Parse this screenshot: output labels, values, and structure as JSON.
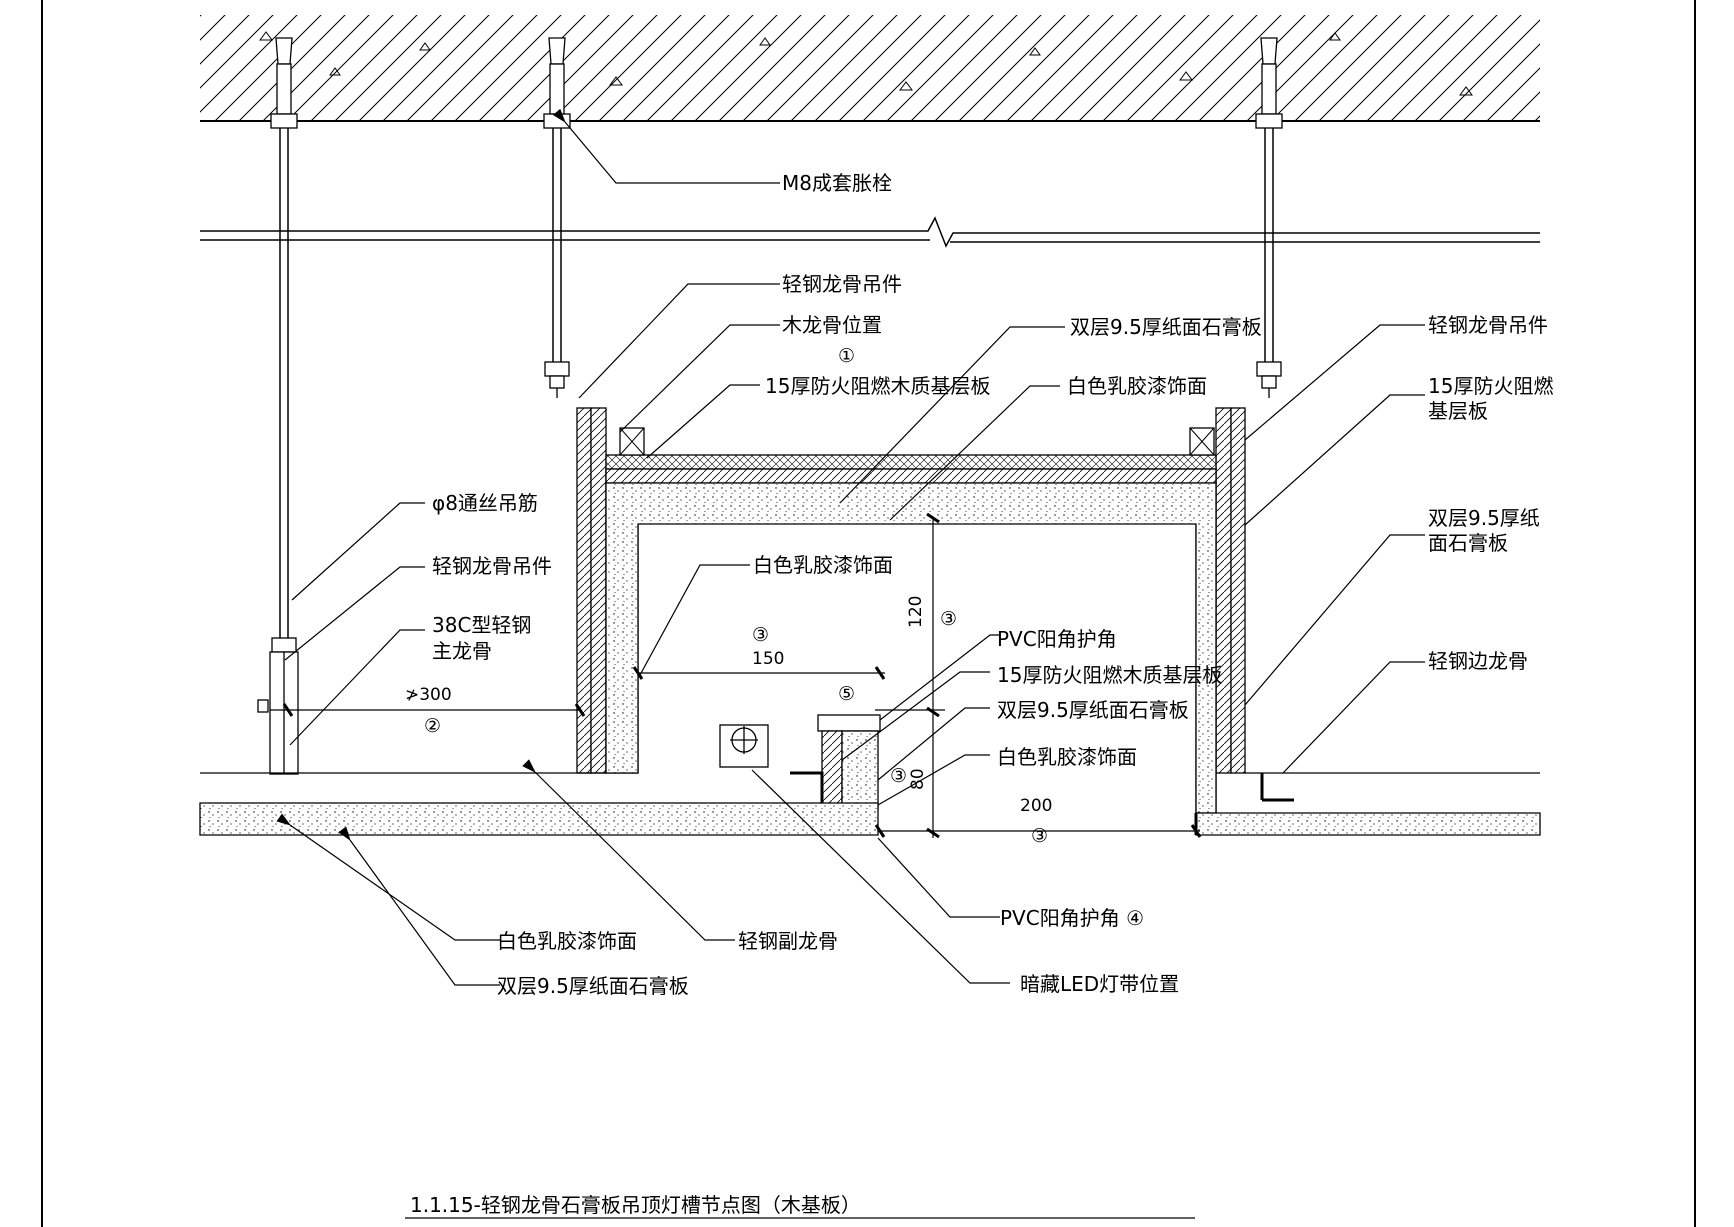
{
  "title": "1.1.15-轻钢龙骨石膏板吊顶灯槽节点图（木基板）",
  "labels": {
    "m8": "M8成套胀栓",
    "hanger_1": "轻钢龙骨吊件",
    "wood_pos": "木龙骨位置",
    "wood_pos_num": "①",
    "fire_board_1": "15厚防火阻燃木质基层板",
    "gypsum_top": "双层9.5厚纸面石膏板",
    "paint_top": "白色乳胶漆饰面",
    "hanger_right": "轻钢龙骨吊件",
    "fire_right_1": "15厚防火阻燃",
    "fire_right_2": "基层板",
    "gypsum_right_1": "双层9.5厚纸",
    "gypsum_right_2": "面石膏板",
    "edge_keel": "轻钢边龙骨",
    "rod": "φ8通丝吊筋",
    "hanger_2": "轻钢龙骨吊件",
    "main_keel_1": "38C型轻钢",
    "main_keel_2": "主龙骨",
    "paint_inner": "白色乳胶漆饰面",
    "pvc_1": "PVC阳角护角",
    "fire_board_2": "15厚防火阻燃木质基层板",
    "gypsum_mid": "双层9.5厚纸面石膏板",
    "paint_mid": "白色乳胶漆饰面",
    "pvc_2": "PVC阳角护角 ④",
    "led": "暗藏LED灯带位置",
    "paint_bottom": "白色乳胶漆饰面",
    "sub_keel": "轻钢副龙骨",
    "gypsum_bottom": "双层9.5厚纸面石膏板"
  },
  "dimensions": {
    "d300": "≯300",
    "d300_num": "②",
    "d150": "150",
    "d150_num": "③",
    "d120": "120",
    "d120_num": "③",
    "d5": "⑤",
    "d80": "80",
    "d80_num": "③",
    "d200": "200",
    "d200_num": "③"
  }
}
